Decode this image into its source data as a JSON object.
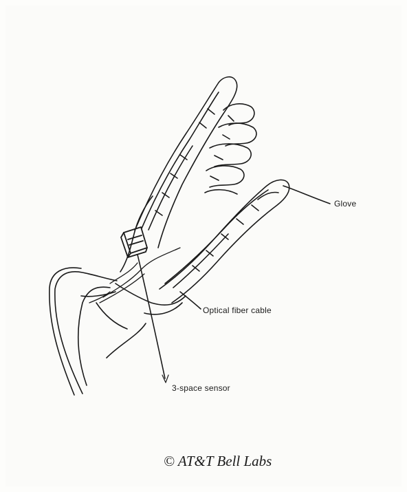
{
  "labels": {
    "glove": "Glove",
    "optical_fiber_cable": "Optical fiber cable",
    "three_space_sensor": "3-space sensor"
  },
  "credit": "© AT&T Bell Labs",
  "colors": {
    "ink": "#1a1a1a",
    "background": "#fbfbf9"
  }
}
